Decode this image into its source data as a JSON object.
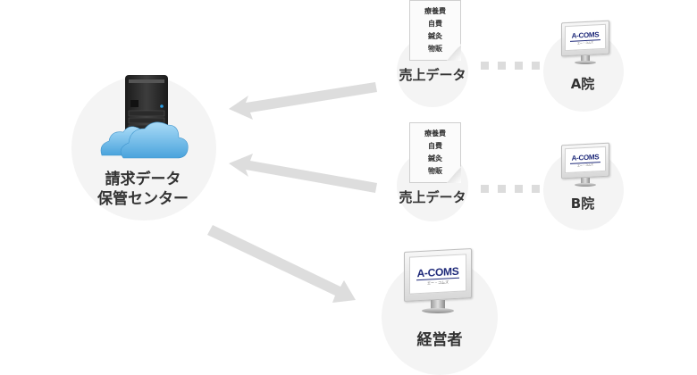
{
  "colors": {
    "circle_bg": "#f4f4f4",
    "arrow": "#dddddd",
    "connector": "#dcdcdc",
    "label_text": "#333333",
    "brand_text": "#1f2a7a",
    "cloud": "#6fb8e6",
    "server": "#2b2b2b",
    "server_led": "#2a9fe6"
  },
  "center_node": {
    "icon": "cloud-server-icon",
    "label_lines": [
      "請求データ",
      "保管センター"
    ]
  },
  "sales_nodes": [
    {
      "icon": "document-icon",
      "document_lines": [
        "療養費",
        "自費",
        "鍼灸",
        "物販"
      ],
      "label": "売上データ"
    },
    {
      "icon": "document-icon",
      "document_lines": [
        "療養費",
        "自費",
        "鍼灸",
        "物販"
      ],
      "label": "売上データ"
    }
  ],
  "clinic_nodes": [
    {
      "icon": "monitor-icon",
      "screen_brand": "A-COMS",
      "screen_sub": "エー・コムズ",
      "label": "A院"
    },
    {
      "icon": "monitor-icon",
      "screen_brand": "A-COMS",
      "screen_sub": "エー・コムズ",
      "label": "B院"
    }
  ],
  "manager_node": {
    "icon": "monitor-icon",
    "screen_brand": "A-COMS",
    "screen_sub": "エー・コムズ",
    "label": "経営者"
  },
  "flows": [
    {
      "from": "売上データ (A院)",
      "to": "請求データ保管センター",
      "direction": "left"
    },
    {
      "from": "売上データ (B院)",
      "to": "請求データ保管センター",
      "direction": "left"
    },
    {
      "from": "請求データ保管センター",
      "to": "経営者",
      "direction": "down-right"
    }
  ],
  "connectors": [
    {
      "between": [
        "売上データ",
        "A院"
      ],
      "style": "dotted-squares",
      "count": 4
    },
    {
      "between": [
        "売上データ",
        "B院"
      ],
      "style": "dotted-squares",
      "count": 4
    }
  ]
}
